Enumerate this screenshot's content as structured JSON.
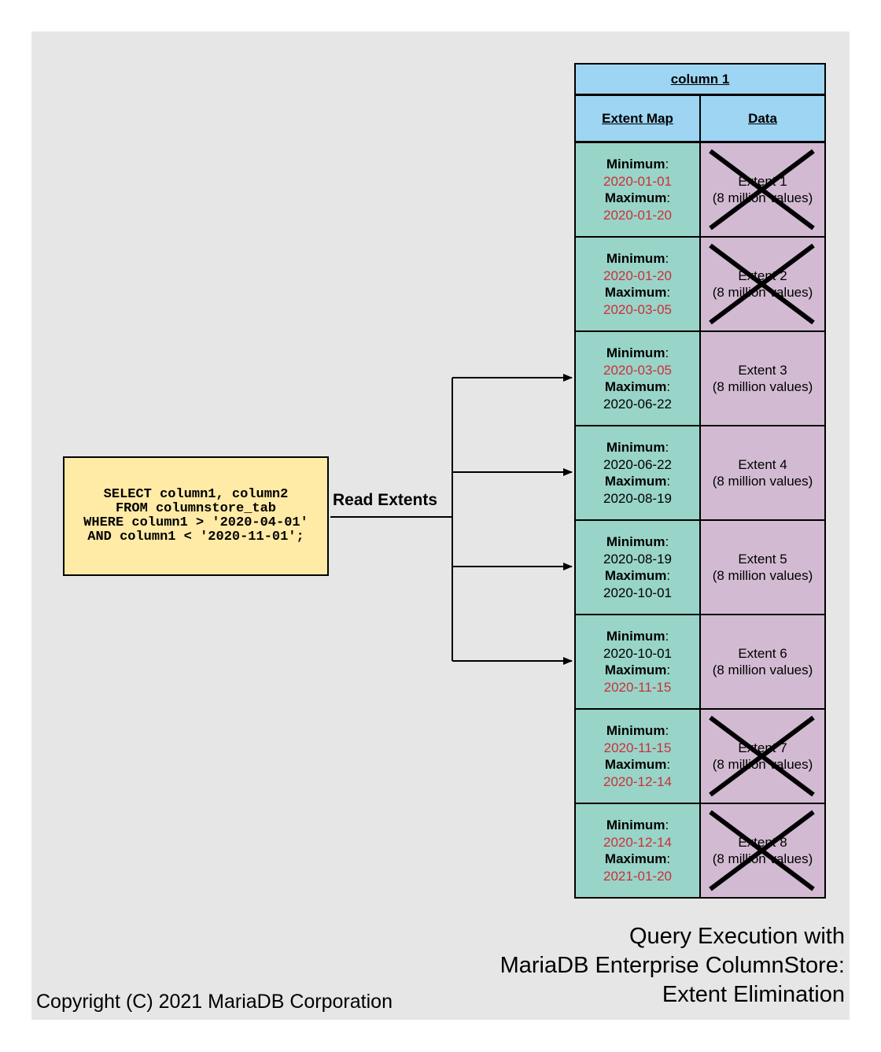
{
  "query": {
    "lines": [
      "SELECT column1, column2",
      "FROM columnstore_tab",
      "WHERE column1 > '2020-04-01'",
      "AND column1 < '2020-11-01';"
    ]
  },
  "read_label": "Read Extents",
  "table": {
    "column_title": "column 1",
    "extent_map_header": "Extent Map",
    "data_header": "Data",
    "min_label": "Minimum",
    "max_label": "Maximum",
    "rows": [
      {
        "min": "2020-01-01",
        "max": "2020-01-20",
        "min_out": true,
        "max_out": true,
        "extent": "Extent 1",
        "values": "(8 million values)",
        "eliminated": true
      },
      {
        "min": "2020-01-20",
        "max": "2020-03-05",
        "min_out": true,
        "max_out": true,
        "extent": "Extent 2",
        "values": "(8 million values)",
        "eliminated": true
      },
      {
        "min": "2020-03-05",
        "max": "2020-06-22",
        "min_out": true,
        "max_out": false,
        "extent": "Extent 3",
        "values": "(8 million values)",
        "eliminated": false
      },
      {
        "min": "2020-06-22",
        "max": "2020-08-19",
        "min_out": false,
        "max_out": false,
        "extent": "Extent 4",
        "values": "(8 million values)",
        "eliminated": false
      },
      {
        "min": "2020-08-19",
        "max": "2020-10-01",
        "min_out": false,
        "max_out": false,
        "extent": "Extent 5",
        "values": "(8 million values)",
        "eliminated": false
      },
      {
        "min": "2020-10-01",
        "max": "2020-11-15",
        "min_out": false,
        "max_out": true,
        "extent": "Extent 6",
        "values": "(8 million values)",
        "eliminated": false
      },
      {
        "min": "2020-11-15",
        "max": "2020-12-14",
        "min_out": true,
        "max_out": true,
        "extent": "Extent 7",
        "values": "(8 million values)",
        "eliminated": true
      },
      {
        "min": "2020-12-14",
        "max": "2021-01-20",
        "min_out": true,
        "max_out": true,
        "extent": "Extent 8",
        "values": "(8 million values)",
        "eliminated": true
      }
    ]
  },
  "title_lines": [
    "Query Execution with",
    "MariaDB Enterprise ColumnStore:",
    "Extent Elimination"
  ],
  "copyright": "Copyright (C) 2021 MariaDB Corporation",
  "colors": {
    "background": "#e6e6e6",
    "query_box": "#ffeaa6",
    "header": "#9dd5f3",
    "extent_map": "#98d4c7",
    "data": "#d2bbd2",
    "out_of_range_date": "#cc2f3a"
  }
}
